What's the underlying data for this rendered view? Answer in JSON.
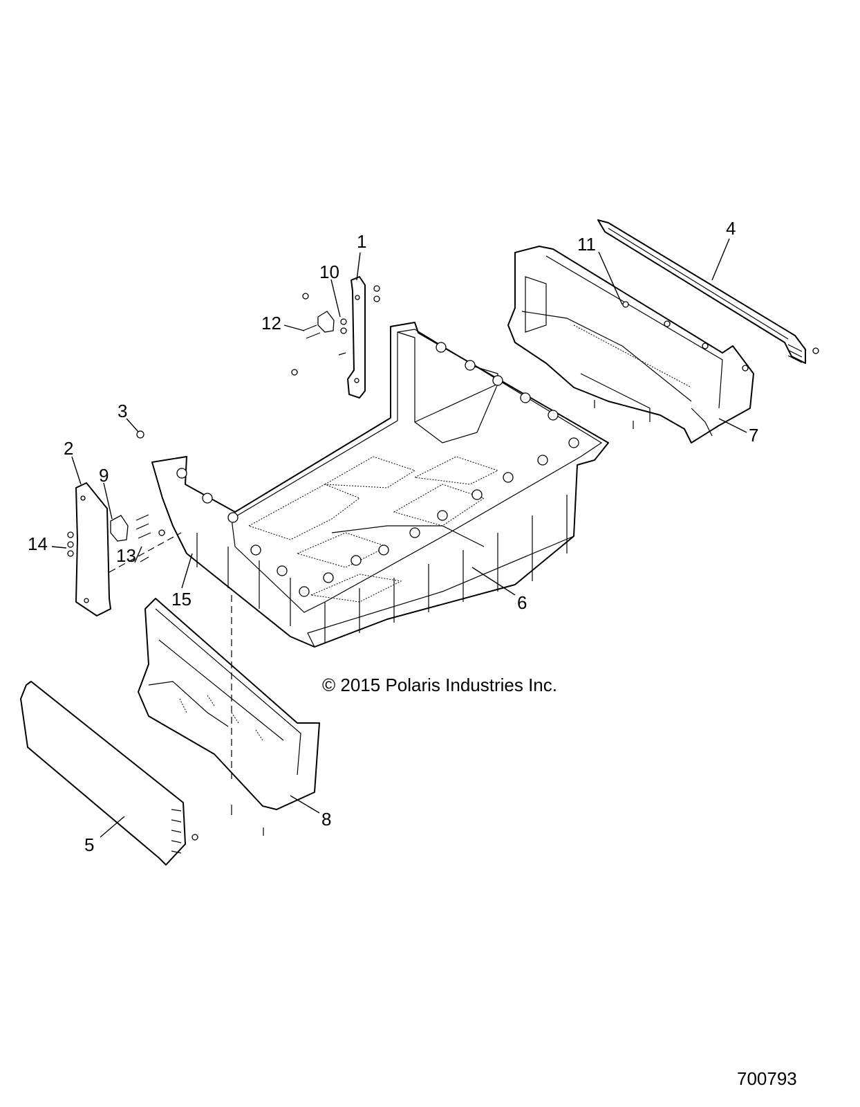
{
  "callouts": [
    "1",
    "2",
    "3",
    "4",
    "5",
    "6",
    "7",
    "8",
    "9",
    "10",
    "11",
    "12",
    "13",
    "14",
    "15"
  ],
  "copyright": "© 2015 Polaris Industries Inc.",
  "diagram_id": "700793"
}
